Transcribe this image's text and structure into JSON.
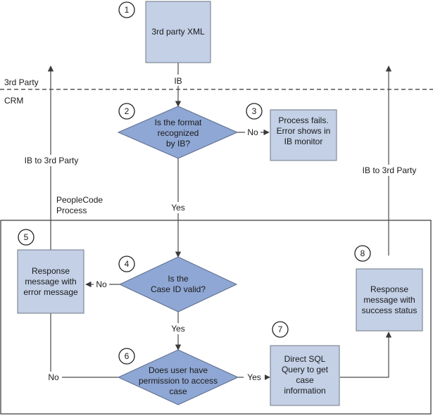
{
  "zones": {
    "third_party": "3rd Party",
    "crm": "CRM"
  },
  "nodes": {
    "n1": {
      "num": "1",
      "lines": [
        "3rd party XML"
      ]
    },
    "n2": {
      "num": "2",
      "lines": [
        "Is the format",
        "recognized",
        "by IB?"
      ]
    },
    "n3": {
      "num": "3",
      "lines": [
        "Process fails.",
        "Error shows in",
        "IB monitor"
      ]
    },
    "n4": {
      "num": "4",
      "lines": [
        "Is the",
        "Case ID valid?"
      ]
    },
    "n5": {
      "num": "5",
      "lines": [
        "Response",
        "message with",
        "error message"
      ]
    },
    "n6": {
      "num": "6",
      "lines": [
        "Does user have",
        "permission to access",
        "case"
      ]
    },
    "n7": {
      "num": "7",
      "lines": [
        "Direct SQL",
        "Query to get",
        "case",
        "information"
      ]
    },
    "n8": {
      "num": "8",
      "lines": [
        "Response",
        "message with",
        "success status"
      ]
    }
  },
  "edges": {
    "ib": "IB",
    "no_2_3": "No",
    "yes_2_4": "Yes",
    "no_4_5": "No",
    "yes_4_6": "Yes",
    "no_6_5": "No",
    "yes_6_7": "Yes",
    "ib_to_3rd_left": "IB to 3rd Party",
    "ib_to_3rd_right": "IB to 3rd Party",
    "peoplecode": [
      "PeopleCode",
      "Process"
    ]
  },
  "colors": {
    "box_fill": "#c3d0e6",
    "diamond_fill": "#8fa7d4"
  }
}
